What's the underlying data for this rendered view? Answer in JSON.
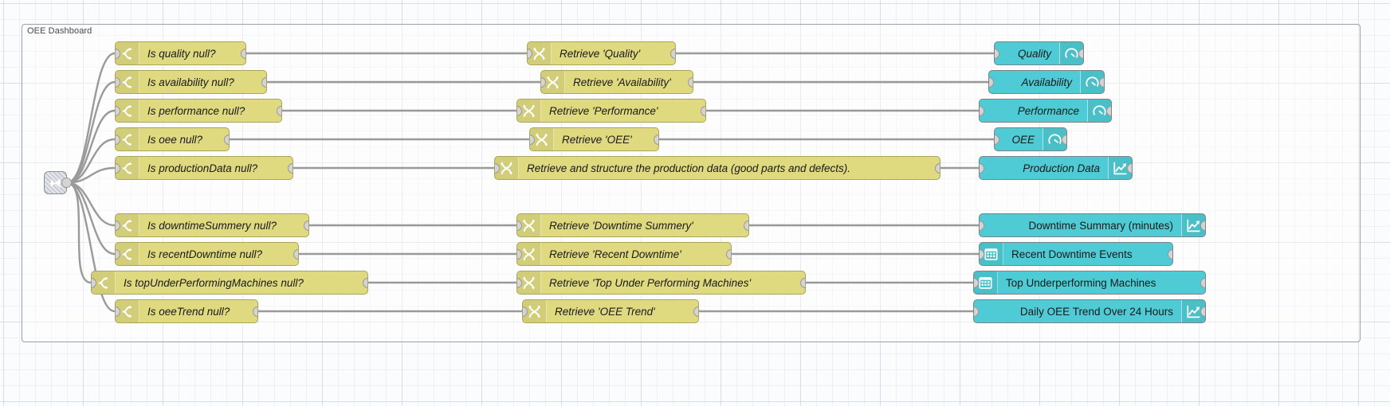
{
  "app": {
    "name": "Node-RED Flow Editor",
    "canvas_background": "#fbfcfe"
  },
  "group": {
    "label": "OEE Dashboard",
    "border_color": "#9b9fa6"
  },
  "colors": {
    "switch_node": "#dfd980",
    "link_call_node": "#dfd980",
    "dashboard_node": "#4ecbd4",
    "wire": "#9a9a9a",
    "port": "#d4d4d4"
  },
  "source_node": {
    "name": "link-call-in",
    "icon": "link-call-icon",
    "label": ""
  },
  "rows": [
    {
      "id": "quality",
      "switch": {
        "label": "Is quality null?",
        "icon": "switch-icon"
      },
      "link": {
        "label": "Retrieve 'Quality'",
        "icon": "link-call-icon"
      },
      "sink": {
        "label": "Quality",
        "icon": "gauge-icon",
        "icon_side": "right",
        "italic": true
      }
    },
    {
      "id": "availability",
      "switch": {
        "label": "Is availability null?",
        "icon": "switch-icon"
      },
      "link": {
        "label": "Retrieve 'Availability'",
        "icon": "link-call-icon"
      },
      "sink": {
        "label": "Availability",
        "icon": "gauge-icon",
        "icon_side": "right",
        "italic": true
      }
    },
    {
      "id": "performance",
      "switch": {
        "label": "Is performance null?",
        "icon": "switch-icon"
      },
      "link": {
        "label": "Retrieve 'Performance'",
        "icon": "link-call-icon"
      },
      "sink": {
        "label": "Performance",
        "icon": "gauge-icon",
        "icon_side": "right",
        "italic": true
      }
    },
    {
      "id": "oee",
      "switch": {
        "label": "Is oee null?",
        "icon": "switch-icon"
      },
      "link": {
        "label": "Retrieve 'OEE'",
        "icon": "link-call-icon"
      },
      "sink": {
        "label": "OEE",
        "icon": "gauge-icon",
        "icon_side": "right",
        "italic": true
      }
    },
    {
      "id": "production-data",
      "switch": {
        "label": "Is productionData null?",
        "icon": "switch-icon"
      },
      "link": {
        "label": "Retrieve and structure the production data (good parts and defects).",
        "icon": "link-call-icon"
      },
      "sink": {
        "label": "Production Data",
        "icon": "chart-line-icon",
        "icon_side": "right",
        "italic": true
      }
    },
    {
      "id": "downtime-summary",
      "switch": {
        "label": "Is downtimeSummery null?",
        "icon": "switch-icon"
      },
      "link": {
        "label": "Retrieve 'Downtime Summery'",
        "icon": "link-call-icon"
      },
      "sink": {
        "label": "Downtime Summary (minutes)",
        "icon": "chart-line-icon",
        "icon_side": "right",
        "italic": false
      }
    },
    {
      "id": "recent-downtime",
      "switch": {
        "label": "Is recentDowntime null?",
        "icon": "switch-icon"
      },
      "link": {
        "label": "Retrieve 'Recent Downtime'",
        "icon": "link-call-icon"
      },
      "sink": {
        "label": "Recent Downtime Events",
        "icon": "table-icon",
        "icon_side": "left",
        "italic": false
      }
    },
    {
      "id": "top-underperforming",
      "switch": {
        "label": "Is topUnderPerformingMachines null?",
        "icon": "switch-icon"
      },
      "link": {
        "label": "Retrieve 'Top Under Performing Machines'",
        "icon": "link-call-icon"
      },
      "sink": {
        "label": "Top Underperforming Machines",
        "icon": "table-icon",
        "icon_side": "left",
        "italic": false
      }
    },
    {
      "id": "oee-trend",
      "switch": {
        "label": "Is oeeTrend null?",
        "icon": "switch-icon"
      },
      "link": {
        "label": "Retrieve 'OEE Trend'",
        "icon": "link-call-icon"
      },
      "sink": {
        "label": "Daily OEE Trend Over 24 Hours",
        "icon": "chart-line-icon",
        "icon_side": "right",
        "italic": false
      }
    }
  ]
}
